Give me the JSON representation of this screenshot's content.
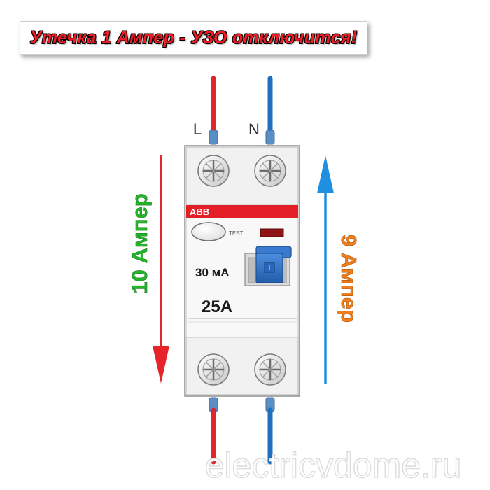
{
  "banner": {
    "text": "Утечка 1 Ампер - УЗО отключится!"
  },
  "terminals": {
    "line_label": "L",
    "neutral_label": "N"
  },
  "device": {
    "brand": "ABB",
    "test_label": "TEST",
    "sensitivity": "30 мА",
    "rating": "25A"
  },
  "currents": {
    "down_label": "10 Ампер",
    "up_label": "9 Ампер"
  },
  "watermark": "electricvdome.ru",
  "colors": {
    "line_wire": "#e0252b",
    "neutral_wire": "#1e6fc0",
    "down_arrow": "#e8242b",
    "up_arrow": "#1f8fe0",
    "down_text": "#25b52a",
    "up_text": "#f07e1a",
    "brand_bar": "#e41e26",
    "handle": "#2f70c9"
  },
  "icons": [
    "screw-icon",
    "arrow-down-icon",
    "arrow-up-icon"
  ]
}
